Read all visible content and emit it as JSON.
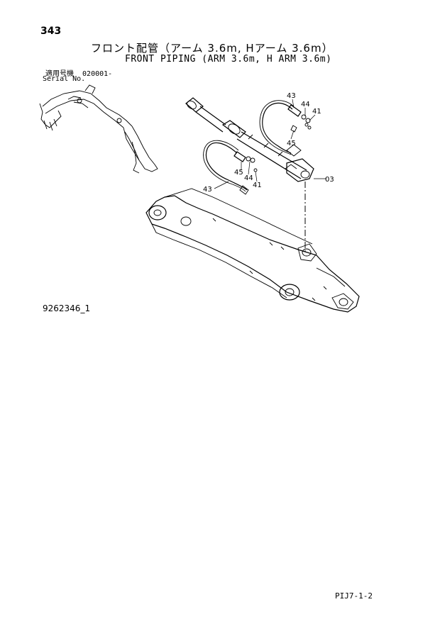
{
  "header": {
    "page_number": "343",
    "title_jp": "フロント配管（アーム 3.6m, Hアーム 3.6m）",
    "title_en": "FRONT PIPING (ARM 3.6m, H ARM 3.6m)"
  },
  "serial": {
    "label_jp": "適用号機",
    "value": "020001-",
    "label_en": "Serial No."
  },
  "callouts": {
    "c43a": "43",
    "c44a": "44",
    "c41a": "41",
    "c45a": "45",
    "c03": "03",
    "c45b": "45",
    "c44b": "44",
    "c41b": "41",
    "c43b": "43"
  },
  "footer": {
    "drawing_id": "9262346_1",
    "page_code": "PIJ7-1-2"
  }
}
